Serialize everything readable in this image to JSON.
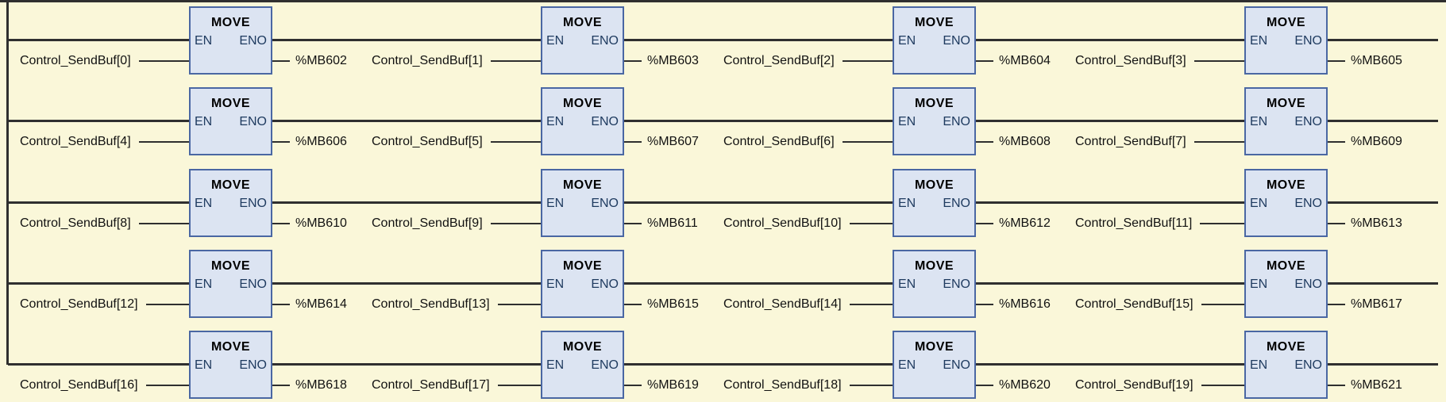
{
  "colors": {
    "background": "#FAF7D9",
    "block_fill": "#DCE4F2",
    "block_border": "#4A67A3",
    "wire": "#2F2F2F",
    "pin_text": "#1E3A5F",
    "operand_text": "#111111",
    "title_text": "#000000"
  },
  "block": {
    "title": "MOVE",
    "en": "EN",
    "eno": "ENO"
  },
  "rungs": [
    {
      "cells": [
        {
          "input": "Control_SendBuf[0]",
          "output": "%MB602"
        },
        {
          "input": "Control_SendBuf[1]",
          "output": "%MB603"
        },
        {
          "input": "Control_SendBuf[2]",
          "output": "%MB604"
        },
        {
          "input": "Control_SendBuf[3]",
          "output": "%MB605"
        }
      ]
    },
    {
      "cells": [
        {
          "input": "Control_SendBuf[4]",
          "output": "%MB606"
        },
        {
          "input": "Control_SendBuf[5]",
          "output": "%MB607"
        },
        {
          "input": "Control_SendBuf[6]",
          "output": "%MB608"
        },
        {
          "input": "Control_SendBuf[7]",
          "output": "%MB609"
        }
      ]
    },
    {
      "cells": [
        {
          "input": "Control_SendBuf[8]",
          "output": "%MB610"
        },
        {
          "input": "Control_SendBuf[9]",
          "output": "%MB611"
        },
        {
          "input": "Control_SendBuf[10]",
          "output": "%MB612"
        },
        {
          "input": "Control_SendBuf[11]",
          "output": "%MB613"
        }
      ]
    },
    {
      "cells": [
        {
          "input": "Control_SendBuf[12]",
          "output": "%MB614"
        },
        {
          "input": "Control_SendBuf[13]",
          "output": "%MB615"
        },
        {
          "input": "Control_SendBuf[14]",
          "output": "%MB616"
        },
        {
          "input": "Control_SendBuf[15]",
          "output": "%MB617"
        }
      ]
    },
    {
      "cells": [
        {
          "input": "Control_SendBuf[16]",
          "output": "%MB618"
        },
        {
          "input": "Control_SendBuf[17]",
          "output": "%MB619"
        },
        {
          "input": "Control_SendBuf[18]",
          "output": "%MB620"
        },
        {
          "input": "Control_SendBuf[19]",
          "output": "%MB621"
        }
      ]
    }
  ]
}
